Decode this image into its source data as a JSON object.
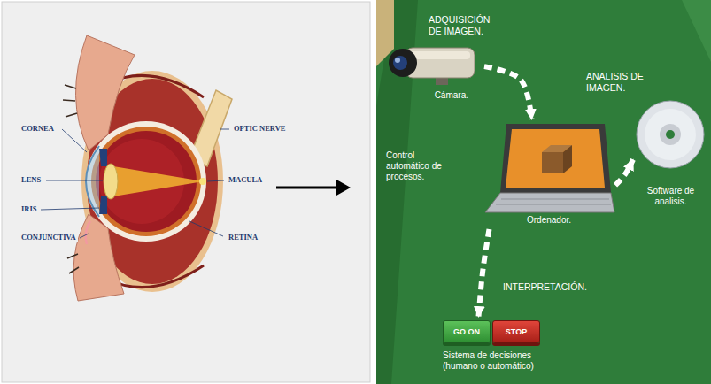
{
  "diagram": {
    "nodes": [
      {
        "text": [
          "Cámara."
        ]
      },
      {
        "text": [
          "Ordenador."
        ]
      },
      {
        "text": [
          "Software de analisis."
        ]
      },
      {
        "text": [
          "Sistema de decisiones (humano o automático)"
        ]
      },
      {
        "text": [
          "GO ON"
        ],
        "in": 3
      },
      {
        "text": [
          "STOP"
        ],
        "in": 3
      }
    ],
    "edges": [
      {
        "from": 0,
        "to": 1,
        "arrow": "to"
      },
      {
        "from": 1,
        "to": 2,
        "arrow": "to"
      },
      {
        "from": 1,
        "to": 3,
        "arrow": "to"
      }
    ],
    "labels": [
      "CORNEA",
      "OPTIC NERVE",
      "LENS",
      "MACULA",
      "IRIS",
      "CONJUNCTIVA",
      "RETINA",
      "ADQUISICIÓN DE IMAGEN.",
      "ANALISIS DE IMAGEN.",
      "Control automático de procesos.",
      "INTERPRETACIÓN."
    ]
  }
}
